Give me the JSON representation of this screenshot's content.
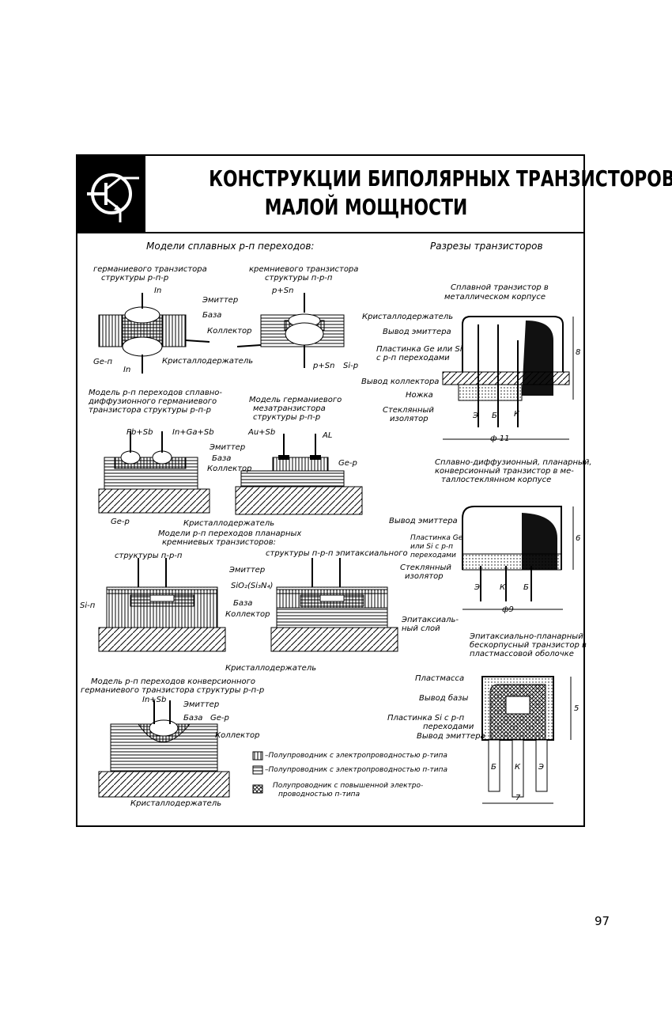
{
  "header": {
    "title_line1": "КОНСТРУКЦИИ БИПОЛЯРНЫХ ТРАНЗИСТОРОВ",
    "title_line2": "МАЛОЙ МОЩНОСТИ"
  },
  "left": {
    "section_title": "Модели сплавных р-п переходов:",
    "germ_title1": "германиевого транзистора",
    "germ_title2": "структуры р-п-р",
    "si_title1": "кремниевого транзистора",
    "si_title2": "структуры п-р-п",
    "lbl_in_top": "In",
    "lbl_psn_top": "р+Sn",
    "lbl_emitter": "Эмиттер",
    "lbl_base": "База",
    "lbl_collector": "Коллектор",
    "lbl_holder": "Кристаллодержатель",
    "lbl_ge_n": "Ge-п",
    "lbl_in_bottom": "In",
    "lbl_psn_bottom": "р+Sn",
    "lbl_si_p": "Si-р",
    "diff_title1": "Модель р-п переходов сплавно-",
    "diff_title2": "диффузионного германиевого",
    "diff_title3": "транзистора структуры р-п-р",
    "mesa_title1": "Модель германиевого",
    "mesa_title2": "мезатранзистора",
    "mesa_title3": "структуры р-п-р",
    "lbl_pbsb": "Pb+Sb",
    "lbl_ingasb": "In+Ga+Sb",
    "lbl_ausb": "Au+Sb",
    "lbl_al": "AL",
    "lbl_emitter2": "Эмиттер",
    "lbl_base2": "База",
    "lbl_collector2": "Коллектор",
    "lbl_gep": "Ge-р",
    "lbl_gep2": "Ge-р",
    "lbl_holder2": "Кристаллодержатель",
    "planar_title1": "Модели р-п переходов планарных",
    "planar_title2": "кремниевых транзисторов:",
    "planar_npn": "структуры п-р-п",
    "planar_epi": "структуры п-р-п эпитаксиального",
    "lbl_emitter3": "Эмиттер",
    "lbl_sio2": "SiO₂(Si₃N₄)",
    "lbl_base3": "База",
    "lbl_collector3": "Коллектор",
    "lbl_sin": "Si-п",
    "lbl_epi1": "Эпитаксиаль-",
    "lbl_epi2": "ный слой",
    "lbl_holder3": "Кристаллодержатель",
    "conv_title1": "Модель р-п переходов конверсионного",
    "conv_title2": "германиевого транзистора структуры р-п-р",
    "lbl_insb": "In+Sb",
    "lbl_emitter4": "Эмиттер",
    "lbl_base4": "База",
    "lbl_gep3": "Ge-р",
    "lbl_collector4": "Коллектор",
    "lbl_holder4": "Кристаллодержатель",
    "legend": [
      "–Полупроводник с электропроводностью р-типа",
      "–Полупроводник с электропроводностью п-типа",
      "Полупроводник с повышенной электро-",
      "проводностью п-типа"
    ]
  },
  "right": {
    "section_title": "Разрезы транзисторов",
    "t1_title1": "Сплавной транзистор в",
    "t1_title2": "металлическом корпусе",
    "t1_holder": "Кристаллодержатель",
    "t1_emitter_lead": "Вывод эмиттера",
    "t1_plate1": "Пластинка Ge или Si",
    "t1_plate2": "с р-п переходами",
    "t1_collector_lead": "Вывод коллектора",
    "t1_leg": "Ножка",
    "t1_glass1": "Стеклянный",
    "t1_glass2": "изолятор",
    "t1_pin_e": "Э",
    "t1_pin_b": "Б",
    "t1_pin_k": "К",
    "t1_dim_d": "ф 11",
    "t1_dim_h": "8",
    "t2_title1": "Сплавно-диффузионный, планарный,",
    "t2_title2": "конверсионный транзистор в ме-",
    "t2_title3": "таллостеклянном корпусе",
    "t2_emitter_lead": "Вывод эмиттера",
    "t2_plate1": "Пластинка Ge",
    "t2_plate2": "или Si с р-п",
    "t2_plate3": "переходами",
    "t2_glass1": "Стеклянный",
    "t2_glass2": "изолятор",
    "t2_pin_e": "Э",
    "t2_pin_k": "К",
    "t2_pin_b": "Б",
    "t2_dim_d": "ф9",
    "t2_dim_h": "6",
    "t3_title1": "Эпитаксиально-планарный",
    "t3_title2": "бескорпусный транзистор в",
    "t3_title3": "пластмассовой оболочке",
    "t3_plastic": "Пластмасса",
    "t3_base_lead": "Вывод базы",
    "t3_plate1": "Пластинка Si с р-п",
    "t3_plate2": "переходами",
    "t3_emitter_lead": "Вывод эмиттера",
    "t3_pin_b": "Б",
    "t3_pin_k": "К",
    "t3_pin_e": "Э",
    "t3_dim_w": "7",
    "t3_dim_h": "5"
  },
  "page_number": "97"
}
